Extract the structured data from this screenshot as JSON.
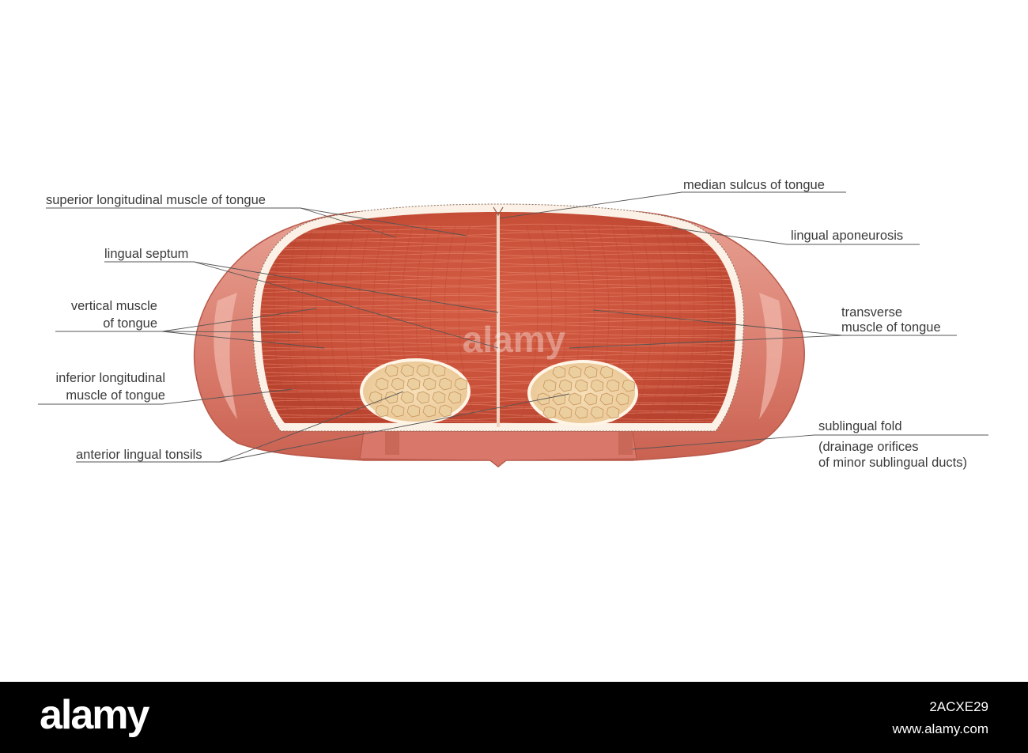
{
  "labels": {
    "superior_longitudinal": "superior longitudinal muscle of tongue",
    "median_sulcus": "median sulcus of tongue",
    "lingual_aponeurosis": "lingual aponeurosis",
    "lingual_septum": "lingual septum",
    "vertical_muscle_1": "vertical muscle",
    "vertical_muscle_2": "of tongue",
    "transverse_1": "transverse",
    "transverse_2": "muscle of tongue",
    "inferior_longitudinal_1": "inferior longitudinal",
    "inferior_longitudinal_2": "muscle of tongue",
    "anterior_tonsils": "anterior lingual tonsils",
    "sublingual_fold_1": "sublingual fold",
    "sublingual_fold_2": "(drainage orifices",
    "sublingual_fold_3": "of minor sublingual ducts)"
  },
  "watermark": "alamy",
  "footer": {
    "brand": "alamy",
    "image_code": "2ACXE29",
    "site": "www.alamy.com"
  },
  "colors": {
    "muscle": "#c8503a",
    "mucosa": "#e0897a",
    "tonsil": "#f2d6ac",
    "label_line": "#555555"
  }
}
